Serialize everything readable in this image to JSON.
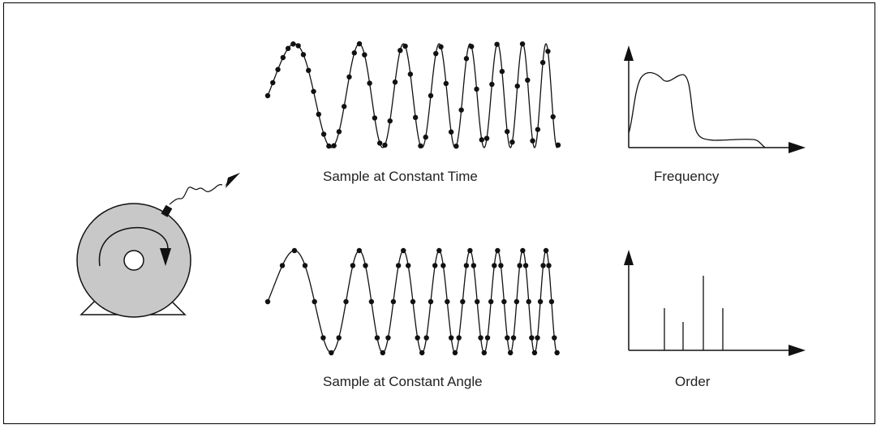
{
  "captions": {
    "constant_time": "Sample at Constant Time",
    "frequency": "Frequency",
    "constant_angle": "Sample at Constant Angle",
    "order": "Order"
  },
  "colors": {
    "machine_fill": "#c8c8c8",
    "line": "#111111",
    "background": "#ffffff"
  },
  "icons": {
    "machine": "rotating-machine-icon",
    "sensor": "vibration-sensor-icon"
  }
}
